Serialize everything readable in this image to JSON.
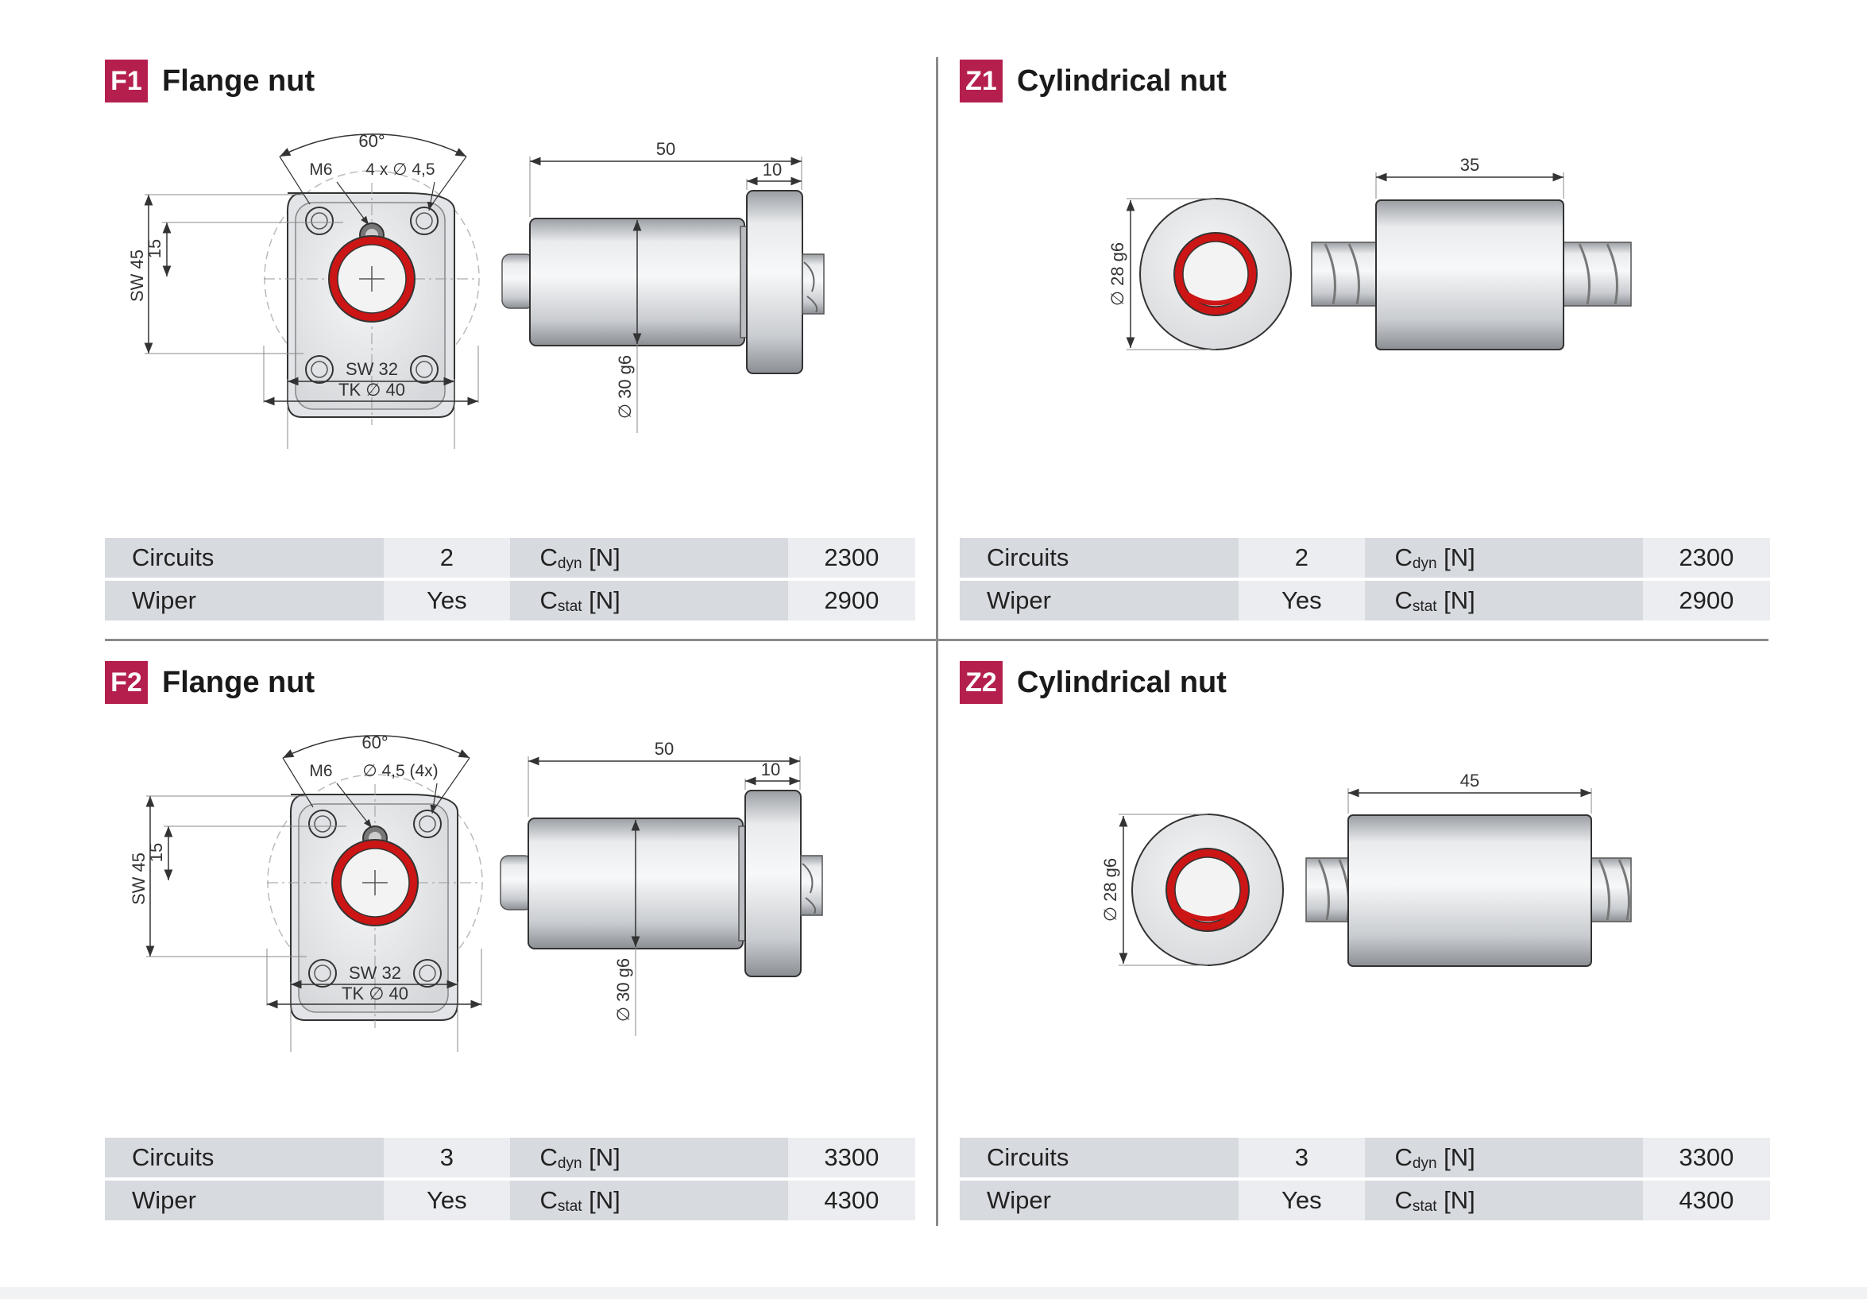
{
  "panels": [
    {
      "badge": "F1",
      "title": "Flange nut",
      "dims": {
        "angle": "60°",
        "thread": "M6",
        "holes": "4 x ∅ 4,5",
        "height": "15",
        "sw_vertical": "SW 45",
        "sw_horizontal": "SW 32",
        "pitch": "TK ∅ 40",
        "length": "50",
        "flange": "10",
        "diameter": "∅ 30 g6"
      },
      "specs": {
        "circuits_label": "Circuits",
        "circuits_value": "2",
        "wiper_label": "Wiper",
        "wiper_value": "Yes",
        "cdyn_main": "C",
        "cdyn_sub": "dyn",
        "cdyn_unit": " [N]",
        "cdyn_value": "2300",
        "cstat_main": "C",
        "cstat_sub": "stat",
        "cstat_unit": " [N]",
        "cstat_value": "2900"
      }
    },
    {
      "badge": "Z1",
      "title": "Cylindrical nut",
      "dims": {
        "length": "35",
        "diameter": "∅ 28 g6"
      },
      "specs": {
        "circuits_label": "Circuits",
        "circuits_value": "2",
        "wiper_label": "Wiper",
        "wiper_value": "Yes",
        "cdyn_main": "C",
        "cdyn_sub": "dyn",
        "cdyn_unit": " [N]",
        "cdyn_value": "2300",
        "cstat_main": "C",
        "cstat_sub": "stat",
        "cstat_unit": " [N]",
        "cstat_value": "2900"
      }
    },
    {
      "badge": "F2",
      "title": "Flange nut",
      "dims": {
        "angle": "60°",
        "thread": "M6",
        "holes": "∅ 4,5 (4x)",
        "height": "15",
        "sw_vertical": "SW 45",
        "sw_horizontal": "SW 32",
        "pitch": "TK ∅ 40",
        "length": "50",
        "flange": "10",
        "diameter": "∅ 30 g6"
      },
      "specs": {
        "circuits_label": "Circuits",
        "circuits_value": "3",
        "wiper_label": "Wiper",
        "wiper_value": "Yes",
        "cdyn_main": "C",
        "cdyn_sub": "dyn",
        "cdyn_unit": " [N]",
        "cdyn_value": "3300",
        "cstat_main": "C",
        "cstat_sub": "stat",
        "cstat_unit": " [N]",
        "cstat_value": "4300"
      }
    },
    {
      "badge": "Z2",
      "title": "Cylindrical nut",
      "dims": {
        "length": "45",
        "diameter": "∅ 28 g6"
      },
      "specs": {
        "circuits_label": "Circuits",
        "circuits_value": "3",
        "wiper_label": "Wiper",
        "wiper_value": "Yes",
        "cdyn_main": "C",
        "cdyn_sub": "dyn",
        "cdyn_unit": " [N]",
        "cdyn_value": "3300",
        "cstat_main": "C",
        "cstat_sub": "stat",
        "cstat_unit": " [N]",
        "cstat_value": "4300"
      }
    }
  ],
  "colors": {
    "badge": "#b41f4e",
    "seal": "#cc1515",
    "table_label": "#d7dadf",
    "table_value": "#ecedf0",
    "divider": "#8a8a8a"
  }
}
